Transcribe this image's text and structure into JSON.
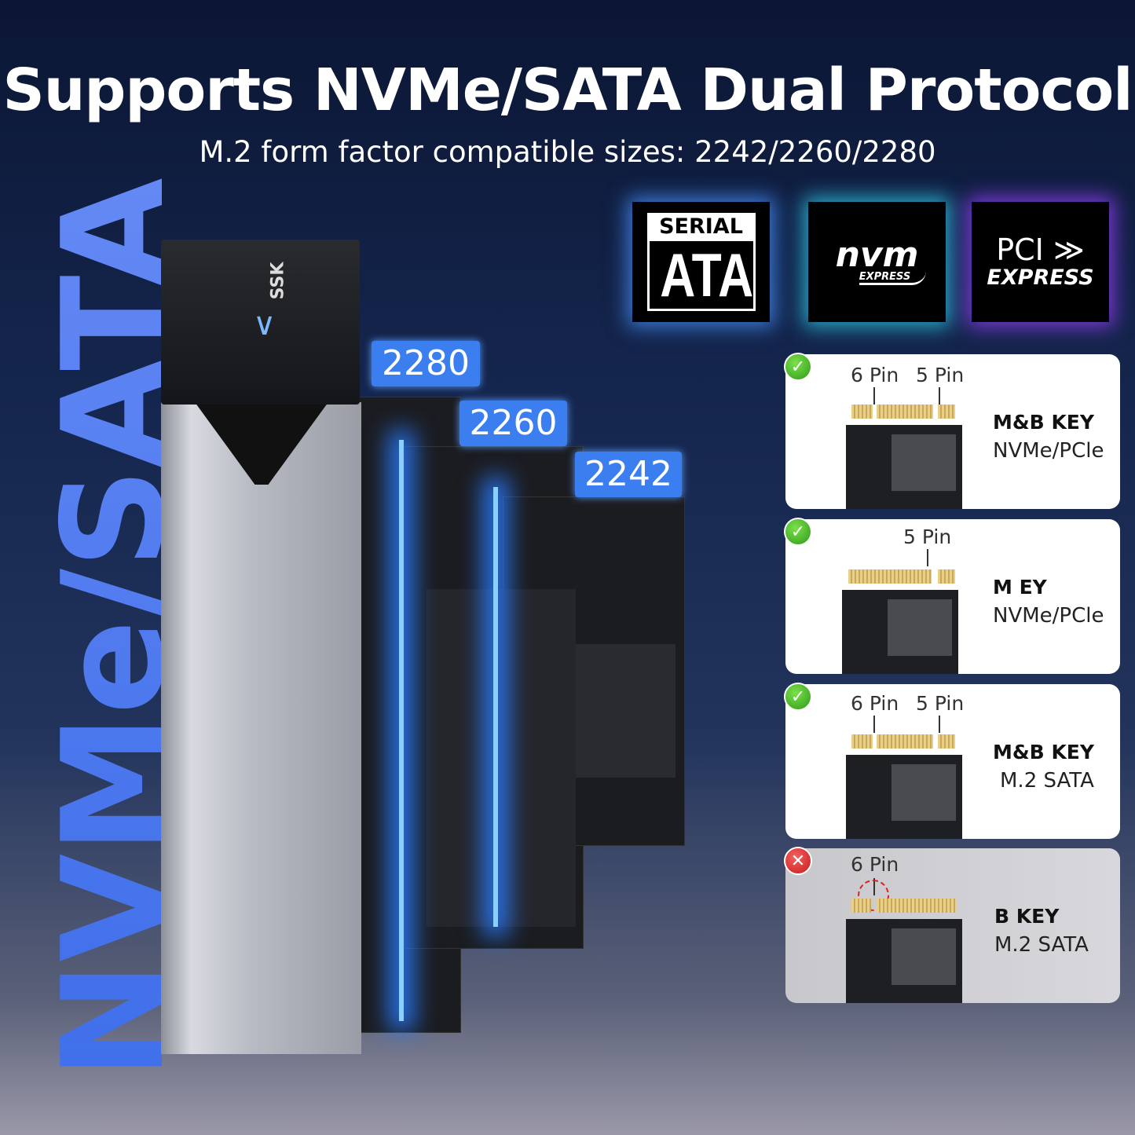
{
  "header": {
    "title": "Supports NVMe/SATA Dual Protocol",
    "subtitle": "M.2 form factor compatible sizes: 2242/2260/2280"
  },
  "logos": {
    "sata": {
      "top": "SERIAL",
      "main": "ATA"
    },
    "nvme": {
      "main": "nvm",
      "sub": "EXPRESS"
    },
    "pcie": {
      "main": "PCI",
      "sub": "EXPRESS"
    }
  },
  "vertical_text": "NVMe/SATA",
  "enclosure": {
    "brand": "SSK"
  },
  "sizes": [
    "2280",
    "2260",
    "2242"
  ],
  "cards": [
    {
      "status": "supported",
      "pins": [
        "6 Pin",
        "5 Pin"
      ],
      "key": "M&B KEY",
      "protocol": "NVMe/PCle"
    },
    {
      "status": "supported",
      "pins": [
        "5 Pin"
      ],
      "key": "M EY",
      "protocol": "NVMe/PCle"
    },
    {
      "status": "supported",
      "pins": [
        "6 Pin",
        "5 Pin"
      ],
      "key": "M&B KEY",
      "protocol": "M.2 SATA"
    },
    {
      "status": "unsupported",
      "pins": [
        "6 Pin"
      ],
      "key": "B KEY",
      "protocol": "M.2 SATA"
    }
  ],
  "colors": {
    "accent": "#3b7ef0",
    "supported": "#2e9a1a",
    "unsupported": "#c81c1c"
  }
}
